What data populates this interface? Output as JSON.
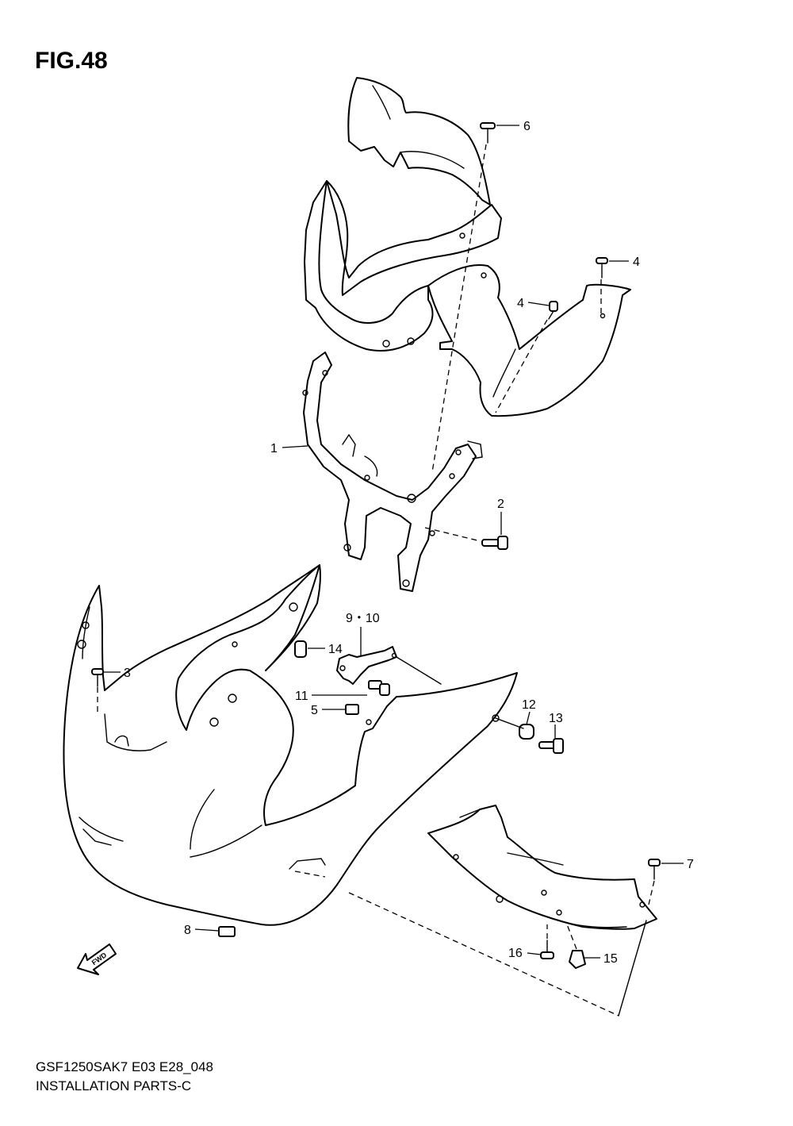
{
  "figure_title": "FIG.48",
  "footer": {
    "model_code": "GSF1250SAK7 E03 E28_048",
    "section_name": "INSTALLATION PARTS-C"
  },
  "fwd_arrow_label": "FWD",
  "callouts": {
    "c1": "1",
    "c2": "2",
    "c3": "3",
    "c4a": "4",
    "c4b": "4",
    "c5": "5",
    "c6": "6",
    "c7": "7",
    "c8": "8",
    "c9_10": "9・10",
    "c11": "11",
    "c12": "12",
    "c13": "13",
    "c14": "14",
    "c15": "15",
    "c16": "16"
  }
}
